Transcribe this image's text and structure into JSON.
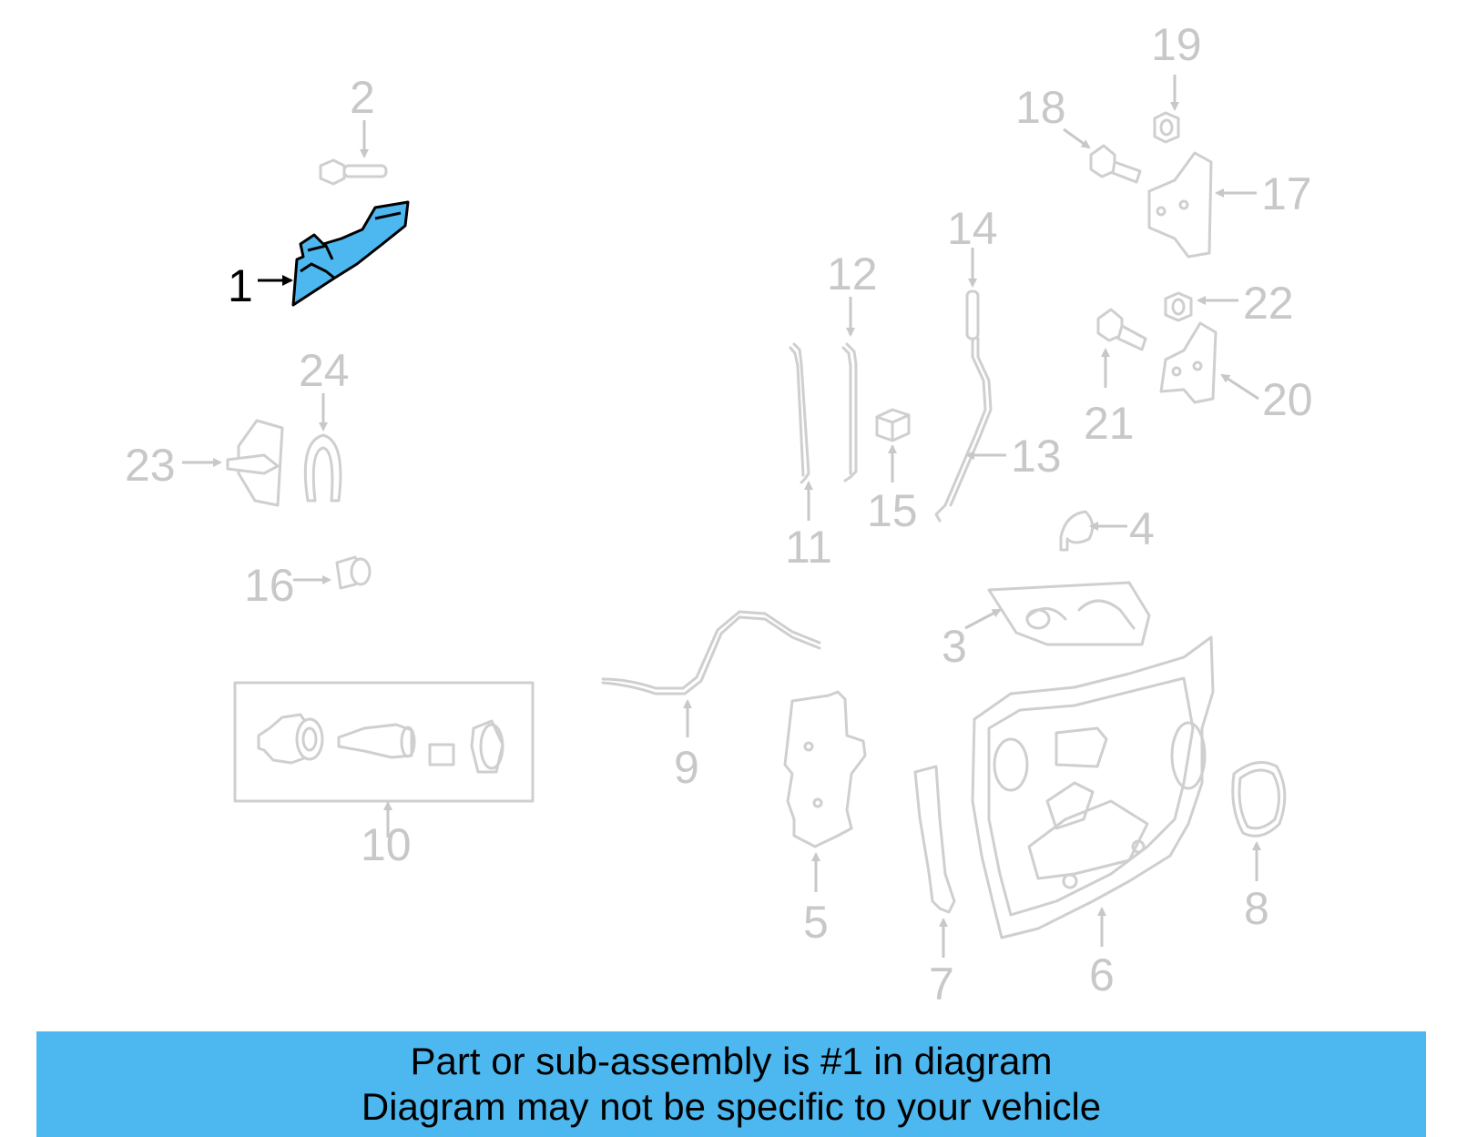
{
  "diagram": {
    "highlight_color": "#4db8f0",
    "callouts": [
      {
        "id": "1",
        "label": "1",
        "highlighted": true
      },
      {
        "id": "2",
        "label": "2"
      },
      {
        "id": "3",
        "label": "3"
      },
      {
        "id": "4",
        "label": "4"
      },
      {
        "id": "5",
        "label": "5"
      },
      {
        "id": "6",
        "label": "6"
      },
      {
        "id": "7",
        "label": "7"
      },
      {
        "id": "8",
        "label": "8"
      },
      {
        "id": "9",
        "label": "9"
      },
      {
        "id": "10",
        "label": "10"
      },
      {
        "id": "11",
        "label": "11"
      },
      {
        "id": "12",
        "label": "12"
      },
      {
        "id": "13",
        "label": "13"
      },
      {
        "id": "14",
        "label": "14"
      },
      {
        "id": "15",
        "label": "15"
      },
      {
        "id": "16",
        "label": "16"
      },
      {
        "id": "17",
        "label": "17"
      },
      {
        "id": "18",
        "label": "18"
      },
      {
        "id": "19",
        "label": "19"
      },
      {
        "id": "20",
        "label": "20"
      },
      {
        "id": "21",
        "label": "21"
      },
      {
        "id": "22",
        "label": "22"
      },
      {
        "id": "23",
        "label": "23"
      },
      {
        "id": "24",
        "label": "24"
      }
    ]
  },
  "banner": {
    "line1": "Part or sub-assembly is #1 in diagram",
    "line2": "Diagram may not be specific to your vehicle",
    "background": "#4db8f0"
  }
}
